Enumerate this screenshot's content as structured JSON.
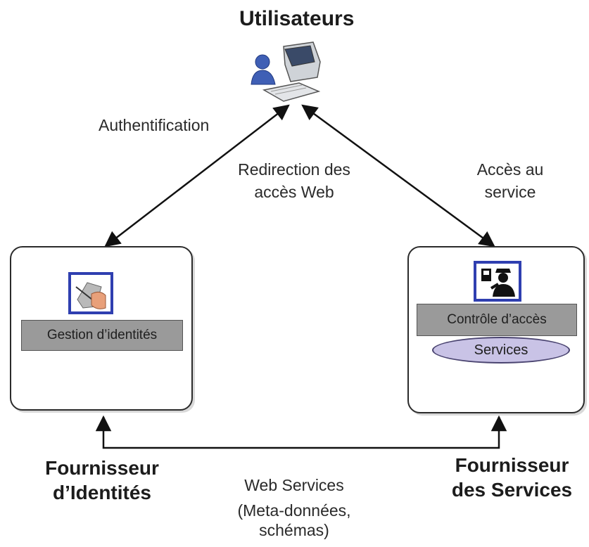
{
  "users": {
    "title": "Utilisateurs",
    "icon": "user-computer-icon"
  },
  "edges": {
    "authentication": "Authentification",
    "redirection_line1": "Redirection des",
    "redirection_line2": "accès Web",
    "service_access_line1": "Accès au",
    "service_access_line2": "service"
  },
  "identity_provider": {
    "bar_label": "Gestion d’identités",
    "name_line1": "Fournisseur",
    "name_line2": "d’Identités",
    "icon": "identity-management-icon"
  },
  "service_provider": {
    "bar_label": "Contrôle d’accès",
    "ellipse_label": "Services",
    "name_line1": "Fournisseur",
    "name_line2": "des Services",
    "icon": "security-guard-icon"
  },
  "web_services": {
    "line1": "Web Services",
    "line2": "(Meta-données,",
    "line3": "schémas)"
  },
  "colors": {
    "bar_gray": "#9a9a9a",
    "ellipse_fill": "#c9c3e6",
    "icon_frame_blue": "#2f3fb0",
    "line": "#111111"
  }
}
